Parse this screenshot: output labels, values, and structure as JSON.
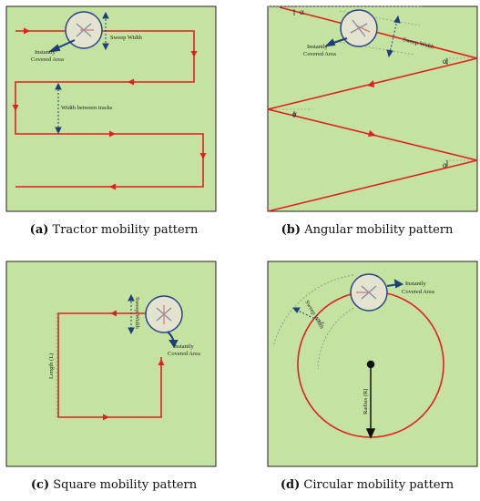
{
  "colors": {
    "field": "#c5e3a0",
    "path": "#e02020",
    "measure": "#1f3f7a",
    "drone_fill": "#e3e3cf",
    "drone_ring": "#2a4585"
  },
  "panels": [
    {
      "id": "a",
      "letter": "(a)",
      "title": "Tractor mobility pattern",
      "labels": {
        "sweep_width": "Sweep Width",
        "covered_1": "Instantly",
        "covered_2": "Covered Area",
        "track_gap": "Width between tracks"
      }
    },
    {
      "id": "b",
      "letter": "(b)",
      "title": "Angular mobility pattern",
      "labels": {
        "sweep_width": "Sweep Width",
        "covered_1": "Instantly",
        "covered_2": "Covered Area",
        "alpha": "α"
      }
    },
    {
      "id": "c",
      "letter": "(c)",
      "title": "Square mobility pattern",
      "labels": {
        "sweep_width": "Sweep Width",
        "covered_1": "Instantly",
        "covered_2": "Covered Area",
        "length": "Length (L)"
      }
    },
    {
      "id": "d",
      "letter": "(d)",
      "title": "Circular mobility pattern",
      "labels": {
        "sweep_width": "Sweep Width",
        "covered_1": "Instantly",
        "covered_2": "Covered Area",
        "radius": "Radius (R)"
      }
    }
  ]
}
